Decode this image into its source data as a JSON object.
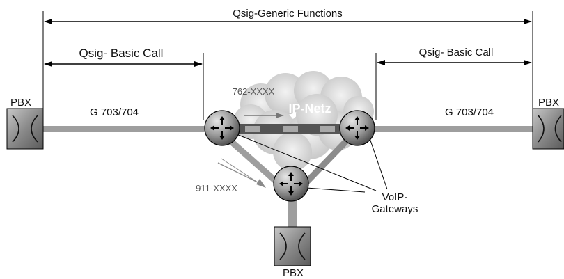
{
  "diagram": {
    "generic_functions_label": "Qsig-Generic Functions",
    "basic_call_left_label": "Qsig- Basic Call",
    "basic_call_right_label": "Qsig- Basic Call",
    "pbx_left_label": "PBX",
    "pbx_right_label": "PBX",
    "pbx_bottom_label": "PBX",
    "link_left_label": "G 703/704",
    "link_right_label": "G 703/704",
    "cloud_label": "IP-Netz",
    "number_top_label": "762-XXXX",
    "number_bottom_label": "911-XXXX",
    "gateways_label_line1": "VoIP-",
    "gateways_label_line2": "Gateways"
  },
  "colors": {
    "line": "#000000",
    "trunk": "#9e9e9e",
    "pipe": "#555555",
    "cloud": "#cfcfcf",
    "gateway": "#888888",
    "pbx": "#8c8c8c",
    "accent": "#777777"
  },
  "icons": [
    "pbx-switch-icon",
    "router-icon",
    "cloud-icon",
    "arrow-icon"
  ]
}
